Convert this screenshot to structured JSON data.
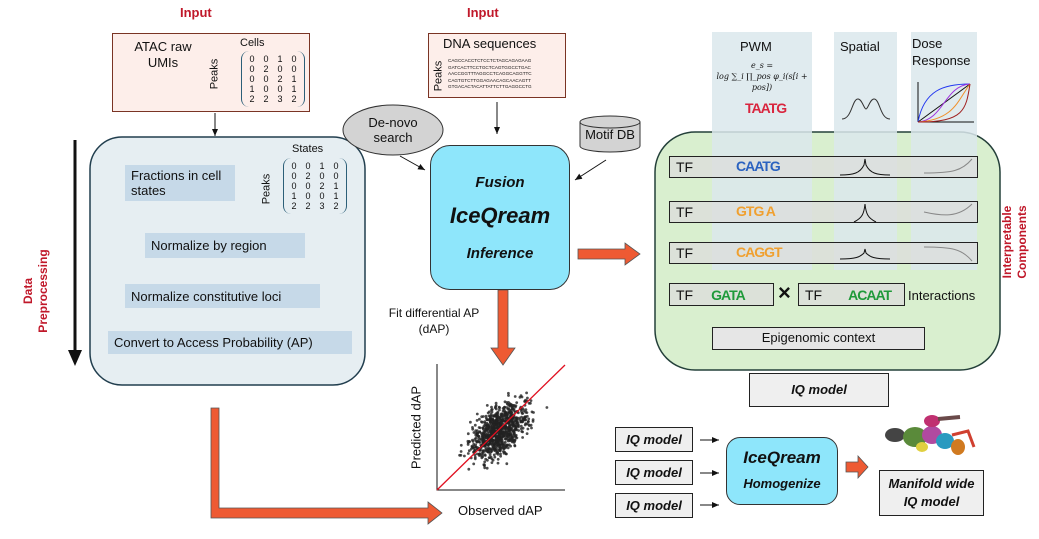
{
  "input_left": {
    "title": "Input",
    "atac_label": "ATAC raw UMIs",
    "cells_label": "Cells",
    "peaks_label": "Peaks",
    "matrix": [
      "0",
      "0",
      "1",
      "0",
      "0",
      "2",
      "0",
      "0",
      "0",
      "0",
      "2",
      "1",
      "1",
      "0",
      "0",
      "1",
      "2",
      "2",
      "3",
      "2"
    ]
  },
  "preprocess": {
    "side_label": "Data Preprocessing",
    "states_label": "States",
    "peaks_label": "Peaks",
    "matrix": [
      "0",
      "0",
      "1",
      "0",
      "0",
      "2",
      "0",
      "0",
      "0",
      "0",
      "2",
      "1",
      "1",
      "0",
      "0",
      "1",
      "2",
      "2",
      "3",
      "2"
    ],
    "steps": [
      "Fractions in cell states",
      "Normalize by region",
      "Normalize constitutive loci",
      "Convert to Access Probability (AP)"
    ]
  },
  "input_center": {
    "title": "Input",
    "dna_label": "DNA sequences",
    "peaks_label": "Peaks",
    "sequences": [
      "CAGCCACCTCTCCTCTAGCAGAGAAG",
      "GATCACTTCCTGCTCAGTGGCCTGAC",
      "AACCGGTTTAGGCCTCAGGCAGGTTC",
      "CAGTGTCTTGGAGAACAGCAACAGTT",
      "GTGACACTACATTATTCTTGAGGCCTG"
    ]
  },
  "de_novo": "De-novo search",
  "motif_db": "Motif DB",
  "fusion": {
    "line1": "Fusion",
    "line2": "IceQream",
    "line3": "Inference"
  },
  "fit_label": "Fit differential AP (dAP)",
  "scatter": {
    "ylabel": "Predicted dAP",
    "xlabel": "Observed dAP"
  },
  "components": {
    "side_label": "Interpretable Components",
    "pwm": "PWM",
    "formula_top": "e_s =",
    "formula": "log ∑_i ∏_pos φ_i(s[i + pos])",
    "spatial": "Spatial",
    "dose": "Dose Response",
    "rows": [
      {
        "tf": "TF",
        "logo": "CAATG"
      },
      {
        "tf": "TF",
        "logo": "GTG A"
      },
      {
        "tf": "TF",
        "logo": "CAGGT"
      }
    ],
    "interaction": {
      "tf1": "TF",
      "logo1": "GATA",
      "times": "×",
      "tf2": "TF",
      "logo2": "ACAAT",
      "label": "Interactions"
    },
    "epigenomic": "Epigenomic context",
    "model": "IQ model",
    "pwm_logo": "TAATG"
  },
  "homogenize": {
    "inputs": [
      "IQ model",
      "IQ model",
      "IQ model"
    ],
    "line1": "IceQream",
    "line2": "Homogenize",
    "output": "Manifold wide IQ model"
  },
  "colors": {
    "accent_red": "#c0182a",
    "arrow_orange": "#ee5a33",
    "fusion_blue": "#8ee6fb",
    "green": "#d9efcf"
  }
}
